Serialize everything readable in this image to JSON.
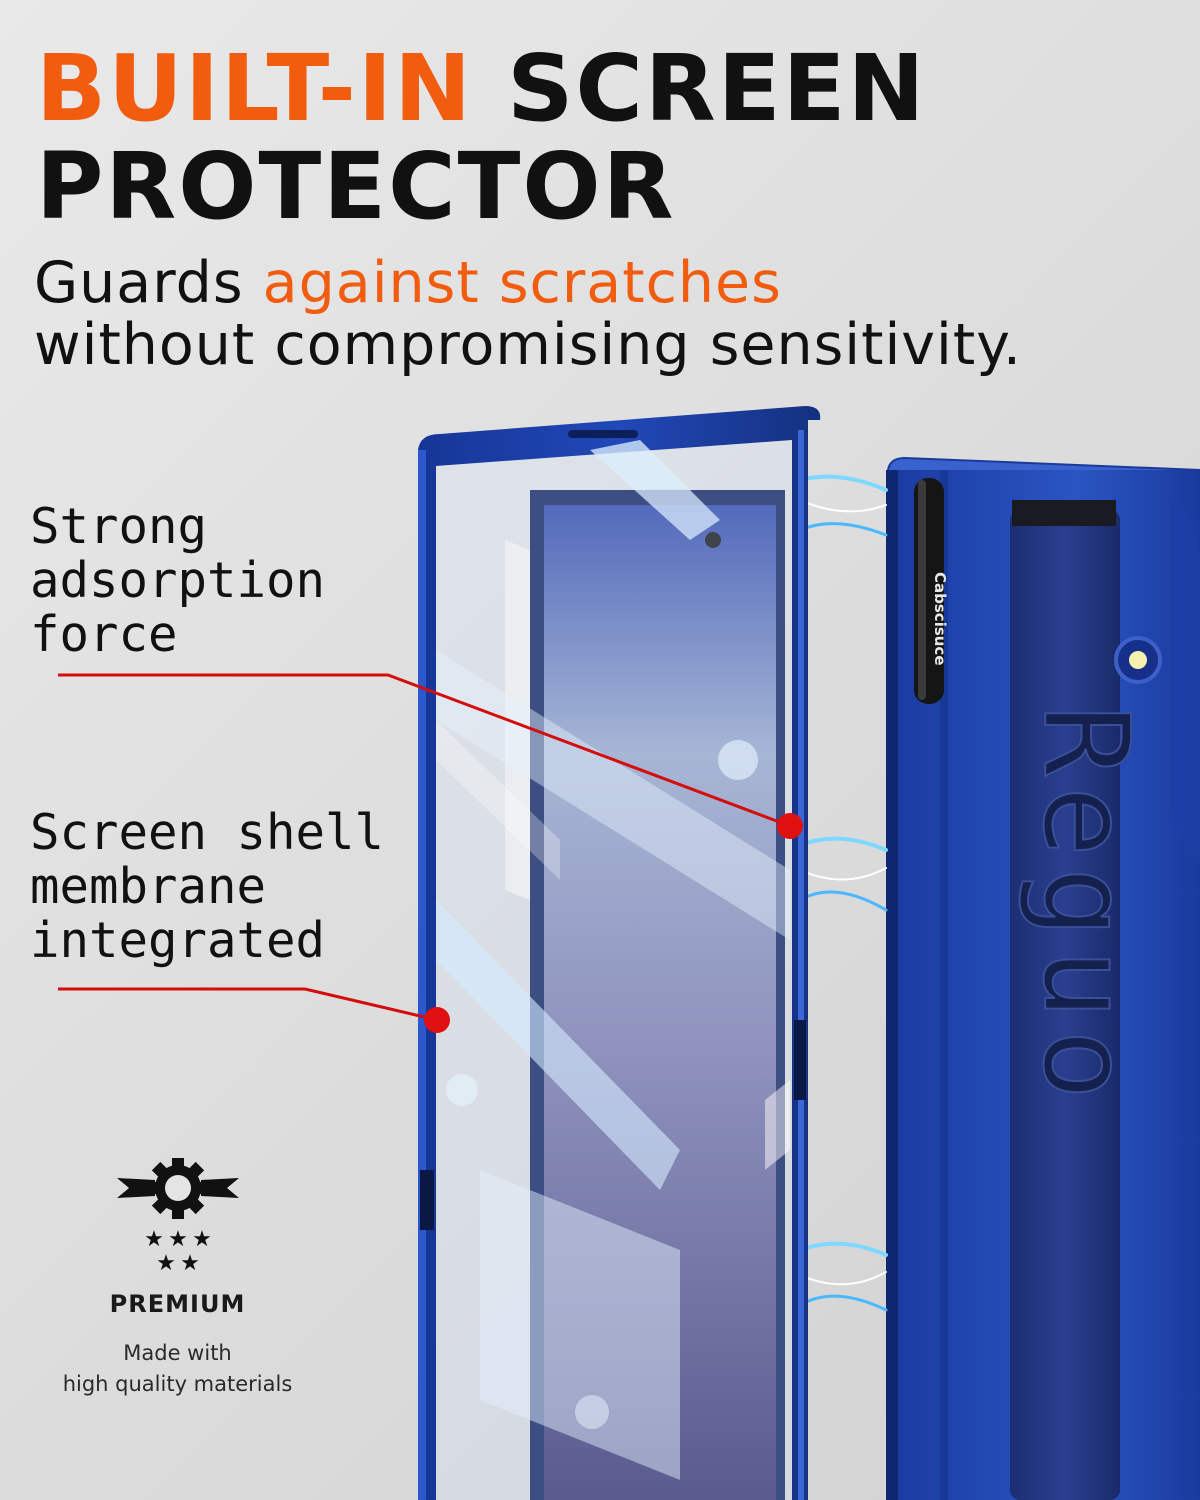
{
  "headline": {
    "accent": "BUILT-IN",
    "rest": " SCREEN",
    "line2": "PROTECTOR"
  },
  "subhead": {
    "lead": "Guards ",
    "accent": "against scratches",
    "line2": "without compromising sensitivity."
  },
  "callouts": [
    {
      "lines": [
        "Strong",
        "adsorption",
        "force"
      ]
    },
    {
      "lines": [
        "Screen shell",
        "membrane",
        "integrated"
      ]
    }
  ],
  "badge": {
    "icon": "premium-seal-icon",
    "title": "PREMIUM",
    "desc_line1": "Made with",
    "desc_line2": "high quality materials"
  },
  "product": {
    "stylus_text": "Cabscisuce",
    "strap_text": "Reguo"
  },
  "colors": {
    "accent": "#f25c0f",
    "case_blue": "#1c3fa8",
    "callout_red": "#e01010",
    "text": "#111111"
  }
}
